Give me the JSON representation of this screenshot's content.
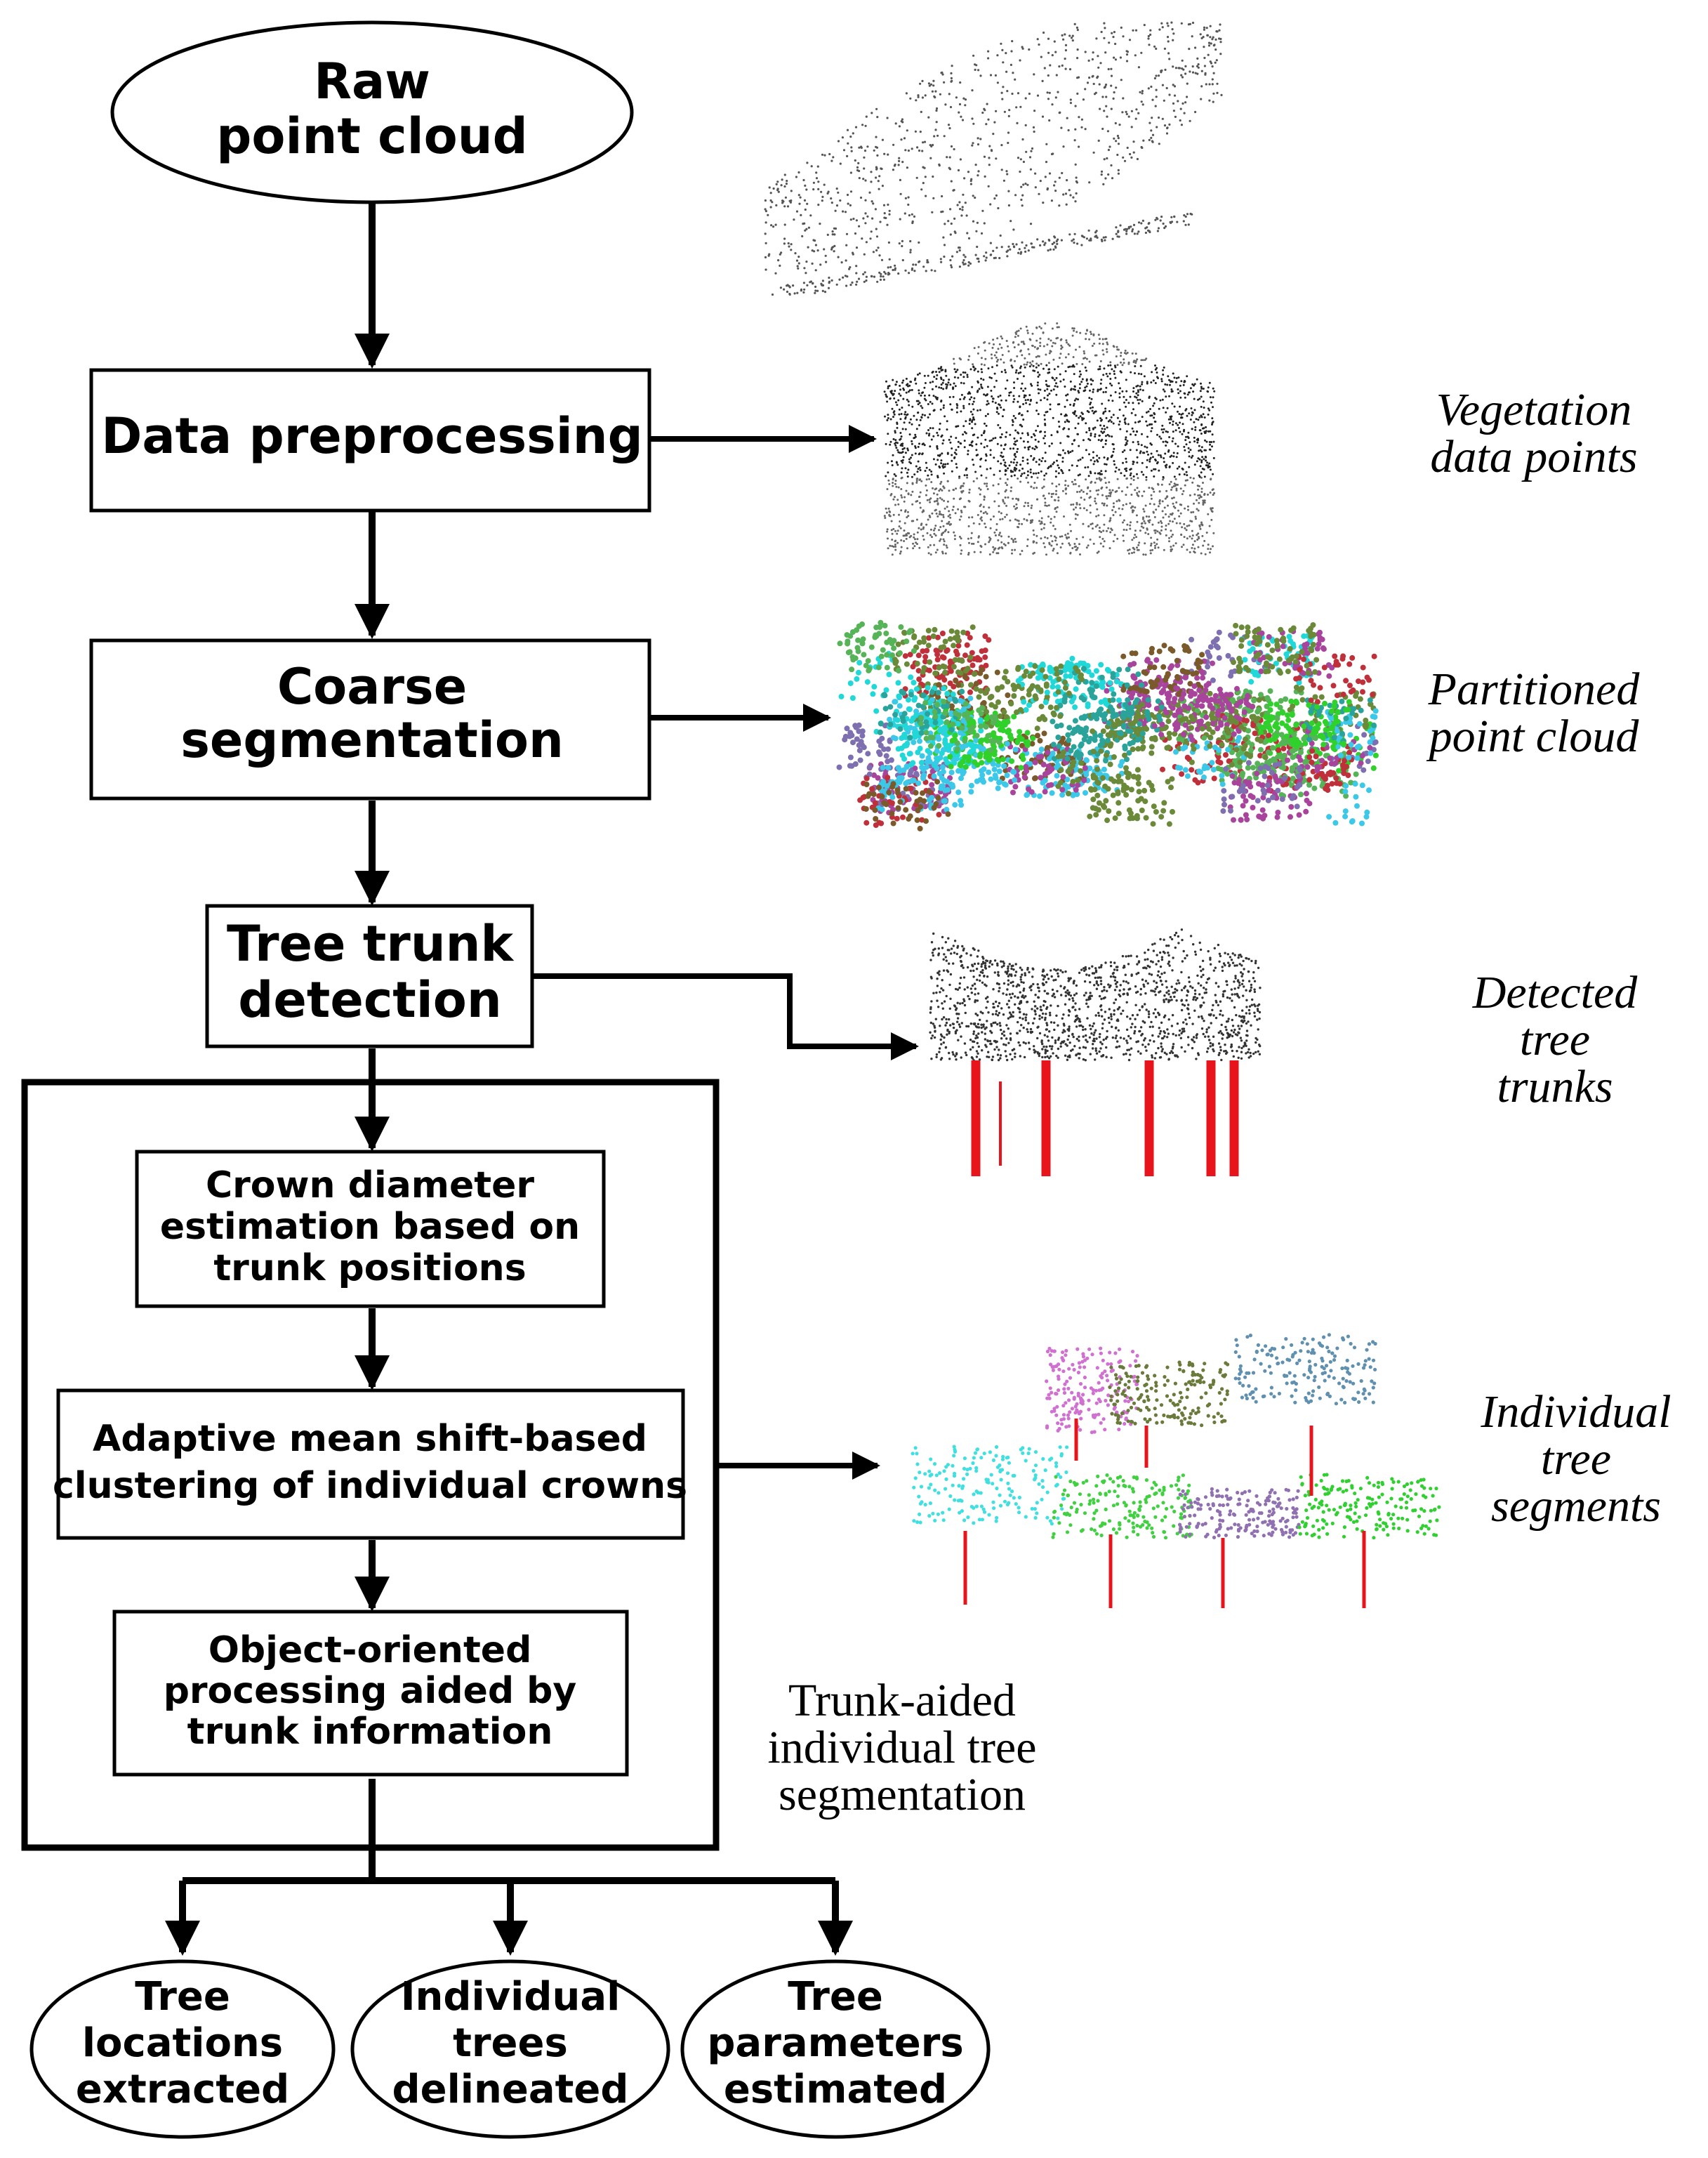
{
  "flowchart": {
    "start": {
      "lines": [
        "Raw",
        "point cloud"
      ]
    },
    "steps": [
      {
        "id": "preprocess",
        "lines": [
          "Data preprocessing"
        ]
      },
      {
        "id": "coarse",
        "lines": [
          "Coarse",
          "segmentation"
        ]
      },
      {
        "id": "trunk",
        "lines": [
          "Tree trunk",
          "detection"
        ]
      }
    ],
    "substeps": [
      {
        "id": "crown",
        "lines": [
          "Crown diameter",
          "estimation based on",
          "trunk positions"
        ]
      },
      {
        "id": "meanshift",
        "lines": [
          "Adaptive mean shift-based",
          "clustering of individual crowns"
        ]
      },
      {
        "id": "object",
        "lines": [
          "Object-oriented",
          "processing aided by",
          "trunk information"
        ]
      }
    ],
    "group_label": [
      "Trunk-aided",
      "individual tree",
      "segmentation"
    ],
    "outputs": [
      {
        "id": "locations",
        "lines": [
          "Tree",
          "locations",
          "extracted"
        ]
      },
      {
        "id": "delineated",
        "lines": [
          "Individual",
          "trees",
          "delineated"
        ]
      },
      {
        "id": "parameters",
        "lines": [
          "Tree",
          "parameters",
          "estimated"
        ]
      }
    ]
  },
  "illustrations": [
    {
      "id": "raw-cloud",
      "caption": []
    },
    {
      "id": "vegetation",
      "caption": [
        "Vegetation",
        "data points"
      ]
    },
    {
      "id": "partitioned",
      "caption": [
        "Partitioned",
        "point cloud"
      ]
    },
    {
      "id": "trunks",
      "caption": [
        "Detected",
        "tree",
        "trunks"
      ]
    },
    {
      "id": "segments",
      "caption": [
        "Individual",
        "tree",
        "segments"
      ]
    }
  ],
  "colors": {
    "line": "#000000",
    "trunk_red": "#e8141b",
    "segment_palette": [
      "#2fd12a",
      "#20d8d8",
      "#2aa39a",
      "#a8449c",
      "#7a5a2a",
      "#c0303a",
      "#57b357",
      "#7e6fb0",
      "#3cc8e8",
      "#6a8a3a"
    ],
    "crown_colors": [
      "#40e0e0",
      "#d070d0",
      "#6a7a3a",
      "#6090b0",
      "#40d040",
      "#9070b0",
      "#30d030"
    ]
  }
}
